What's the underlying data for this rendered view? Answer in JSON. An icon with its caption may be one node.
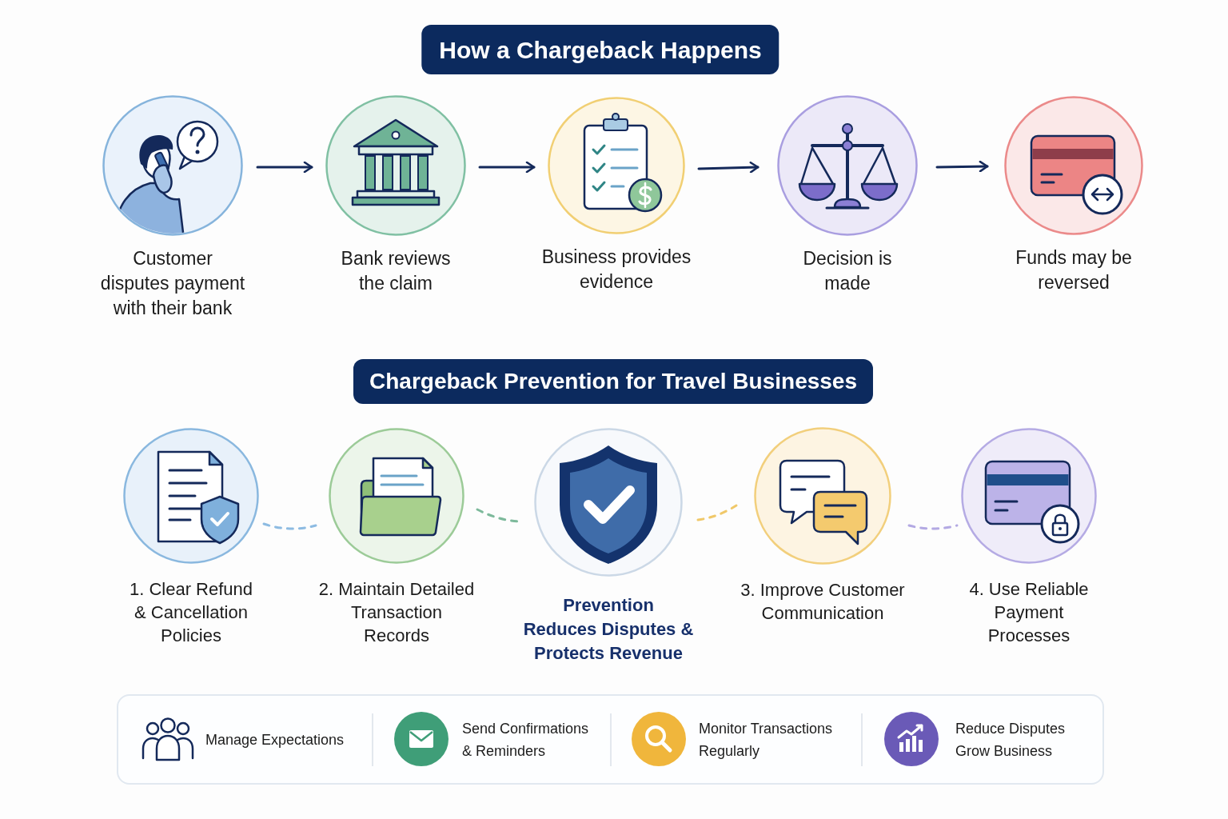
{
  "diagram": {
    "nodes": [
      {
        "text": [
          "How a Chargeback Happens"
        ]
      },
      {
        "text": [
          "Customer disputes payment with their bank"
        ]
      },
      {
        "text": [
          "Bank reviews the claim"
        ]
      },
      {
        "text": [
          "Business provides evidence"
        ]
      },
      {
        "text": [
          "Decision is made"
        ]
      },
      {
        "text": [
          "Funds may be reversed"
        ]
      },
      {
        "text": [
          "Chargeback Prevention for Travel Businesses"
        ]
      },
      {
        "text": [
          "1. Clear Refund & Cancellation Policies"
        ]
      },
      {
        "text": [
          "2. Maintain Detailed Transaction Records"
        ]
      },
      {
        "text": [
          "Prevention",
          "Reduces Disputes & Protects Revenue"
        ]
      },
      {
        "text": [
          "3. Improve Customer Communication"
        ]
      },
      {
        "text": [
          "4. Use Reliable Payment Processes"
        ]
      }
    ],
    "edges": [
      {
        "from": 1,
        "to": 2,
        "arrow": "to"
      },
      {
        "from": 2,
        "to": 3,
        "arrow": "to"
      },
      {
        "from": 3,
        "to": 4,
        "arrow": "to"
      },
      {
        "from": 4,
        "to": 5,
        "arrow": "to"
      },
      {
        "from": 7,
        "to": 8,
        "arrow": "none",
        "style": "dashed",
        "color": "#8dbbe2"
      },
      {
        "from": 8,
        "to": 9,
        "arrow": "none",
        "style": "dashed",
        "color": "#7db99b"
      },
      {
        "from": 9,
        "to": 10,
        "arrow": "none",
        "style": "dashed",
        "color": "#f0c869"
      },
      {
        "from": 10,
        "to": 11,
        "arrow": "none",
        "style": "dashed",
        "color": "#b3a9e3"
      }
    ],
    "labels": [
      "Manage Expectations",
      "Send Confirmations & Reminders",
      "Monitor Transactions Regularly",
      "Reduce Disputes Grow Business"
    ]
  }
}
